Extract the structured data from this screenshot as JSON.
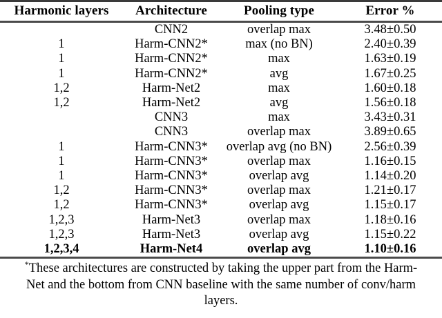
{
  "table": {
    "caption_marker": "*",
    "columns": [
      {
        "key": "harmonic_layers",
        "label": "Harmonic layers"
      },
      {
        "key": "architecture",
        "label": "Architecture"
      },
      {
        "key": "pooling_type",
        "label": "Pooling type"
      },
      {
        "key": "error_pct",
        "label": "Error %"
      }
    ],
    "rows": [
      {
        "harmonic_layers": "",
        "architecture": "CNN2",
        "pooling_type": "overlap max",
        "error_pct": "3.48±0.50",
        "best": false
      },
      {
        "harmonic_layers": "1",
        "architecture": "Harm-CNN2*",
        "pooling_type": "max (no BN)",
        "error_pct": "2.40±0.39",
        "best": false
      },
      {
        "harmonic_layers": "1",
        "architecture": "Harm-CNN2*",
        "pooling_type": "max",
        "error_pct": "1.63±0.19",
        "best": false
      },
      {
        "harmonic_layers": "1",
        "architecture": "Harm-CNN2*",
        "pooling_type": "avg",
        "error_pct": "1.67±0.25",
        "best": false
      },
      {
        "harmonic_layers": "1,2",
        "architecture": "Harm-Net2",
        "pooling_type": "max",
        "error_pct": "1.60±0.18",
        "best": false
      },
      {
        "harmonic_layers": "1,2",
        "architecture": "Harm-Net2",
        "pooling_type": "avg",
        "error_pct": "1.56±0.18",
        "best": false
      },
      {
        "harmonic_layers": "",
        "architecture": "CNN3",
        "pooling_type": "max",
        "error_pct": "3.43±0.31",
        "best": false
      },
      {
        "harmonic_layers": "",
        "architecture": "CNN3",
        "pooling_type": "overlap max",
        "error_pct": "3.89±0.65",
        "best": false
      },
      {
        "harmonic_layers": "1",
        "architecture": "Harm-CNN3*",
        "pooling_type": "overlap avg (no BN)",
        "error_pct": "2.56±0.39",
        "best": false
      },
      {
        "harmonic_layers": "1",
        "architecture": "Harm-CNN3*",
        "pooling_type": "overlap max",
        "error_pct": "1.16±0.15",
        "best": false
      },
      {
        "harmonic_layers": "1",
        "architecture": "Harm-CNN3*",
        "pooling_type": "overlap avg",
        "error_pct": "1.14±0.20",
        "best": false
      },
      {
        "harmonic_layers": "1,2",
        "architecture": "Harm-CNN3*",
        "pooling_type": "overlap max",
        "error_pct": "1.21±0.17",
        "best": false
      },
      {
        "harmonic_layers": "1,2",
        "architecture": "Harm-CNN3*",
        "pooling_type": "overlap avg",
        "error_pct": "1.15±0.17",
        "best": false
      },
      {
        "harmonic_layers": "1,2,3",
        "architecture": "Harm-Net3",
        "pooling_type": "overlap max",
        "error_pct": "1.18±0.16",
        "best": false
      },
      {
        "harmonic_layers": "1,2,3",
        "architecture": "Harm-Net3",
        "pooling_type": "overlap avg",
        "error_pct": "1.15±0.22",
        "best": false
      },
      {
        "harmonic_layers": "1,2,3,4",
        "architecture": "Harm-Net4",
        "pooling_type": "overlap avg",
        "error_pct": "1.10±0.16",
        "best": true
      }
    ],
    "footnote": {
      "marker": "*",
      "text": "These architectures are constructed by taking the upper part from the Harm-Net and the bottom from CNN baseline with the same number of conv/harm layers."
    }
  }
}
